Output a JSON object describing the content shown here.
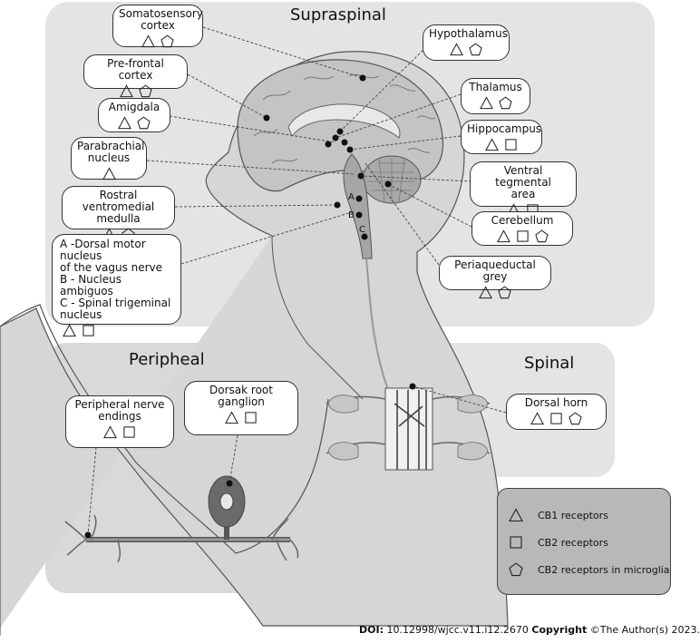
{
  "regions": {
    "supraspinal": "Supraspinal",
    "peripheral": "Peripheal",
    "spinal": "Spinal"
  },
  "labels": {
    "somatosensory": {
      "text": "Somatosensory\ncortex",
      "icons": [
        "triangle",
        "pentagon"
      ]
    },
    "prefrontal": {
      "text": "Pre-frontal cortex",
      "icons": [
        "triangle",
        "pentagon"
      ]
    },
    "amigdala": {
      "text": "Amigdala",
      "icons": [
        "triangle",
        "pentagon"
      ]
    },
    "parabrachial": {
      "text": "Parabrachial\nnucleus",
      "icons": [
        "triangle"
      ]
    },
    "rvm": {
      "text": "Rostral ventromedial\nmedulla",
      "icons": [
        "triangle",
        "pentagon"
      ]
    },
    "brainstem_nuclei": {
      "text": "A -Dorsal motor nucleus\nof the vagus nerve\nB - Nucleus ambiguos\nC - Spinal trigeminal\nnucleus",
      "icons": [
        "triangle",
        "square"
      ]
    },
    "hypothalamus": {
      "text": "Hypothalamus",
      "icons": [
        "triangle",
        "pentagon"
      ]
    },
    "thalamus": {
      "text": "Thalamus",
      "icons": [
        "triangle",
        "pentagon"
      ]
    },
    "hippocampus": {
      "text": "Hippocampus",
      "icons": [
        "triangle",
        "square"
      ]
    },
    "vta": {
      "text": "Ventral tegmental\narea",
      "icons": [
        "triangle",
        "square"
      ]
    },
    "cerebellum": {
      "text": "Cerebellum",
      "icons": [
        "triangle",
        "square",
        "pentagon"
      ]
    },
    "pag": {
      "text": "Periaqueductal grey",
      "icons": [
        "triangle",
        "pentagon"
      ]
    },
    "peripheral_endings": {
      "text": "Peripheral nerve\nendings",
      "icons": [
        "triangle",
        "square"
      ]
    },
    "drg": {
      "text": "Dorsak root\nganglion",
      "icons": [
        "triangle",
        "square"
      ]
    },
    "dorsal_horn": {
      "text": "Dorsal horn",
      "icons": [
        "triangle",
        "square",
        "pentagon"
      ]
    }
  },
  "markers": {
    "a": "A",
    "b": "B",
    "c": "C"
  },
  "legend": {
    "items": [
      {
        "icon": "triangle",
        "label": "CB1 receptors"
      },
      {
        "icon": "square",
        "label": "CB2 receptors"
      },
      {
        "icon": "pentagon",
        "label": "CB2 receptors in microglia"
      }
    ]
  },
  "footer": {
    "doi_label": "DOI:",
    "doi_value": "10.12998/wjcc.v11.i12.2670",
    "copyright_label": "Copyright",
    "copyright_value": "©The Author(s) 2023."
  },
  "colors": {
    "panel_gray": "#e3e3e3",
    "body_gray": "#d2d2d2",
    "brain_gray": "#b9b9b9",
    "legend_gray": "#b8b8b8"
  }
}
